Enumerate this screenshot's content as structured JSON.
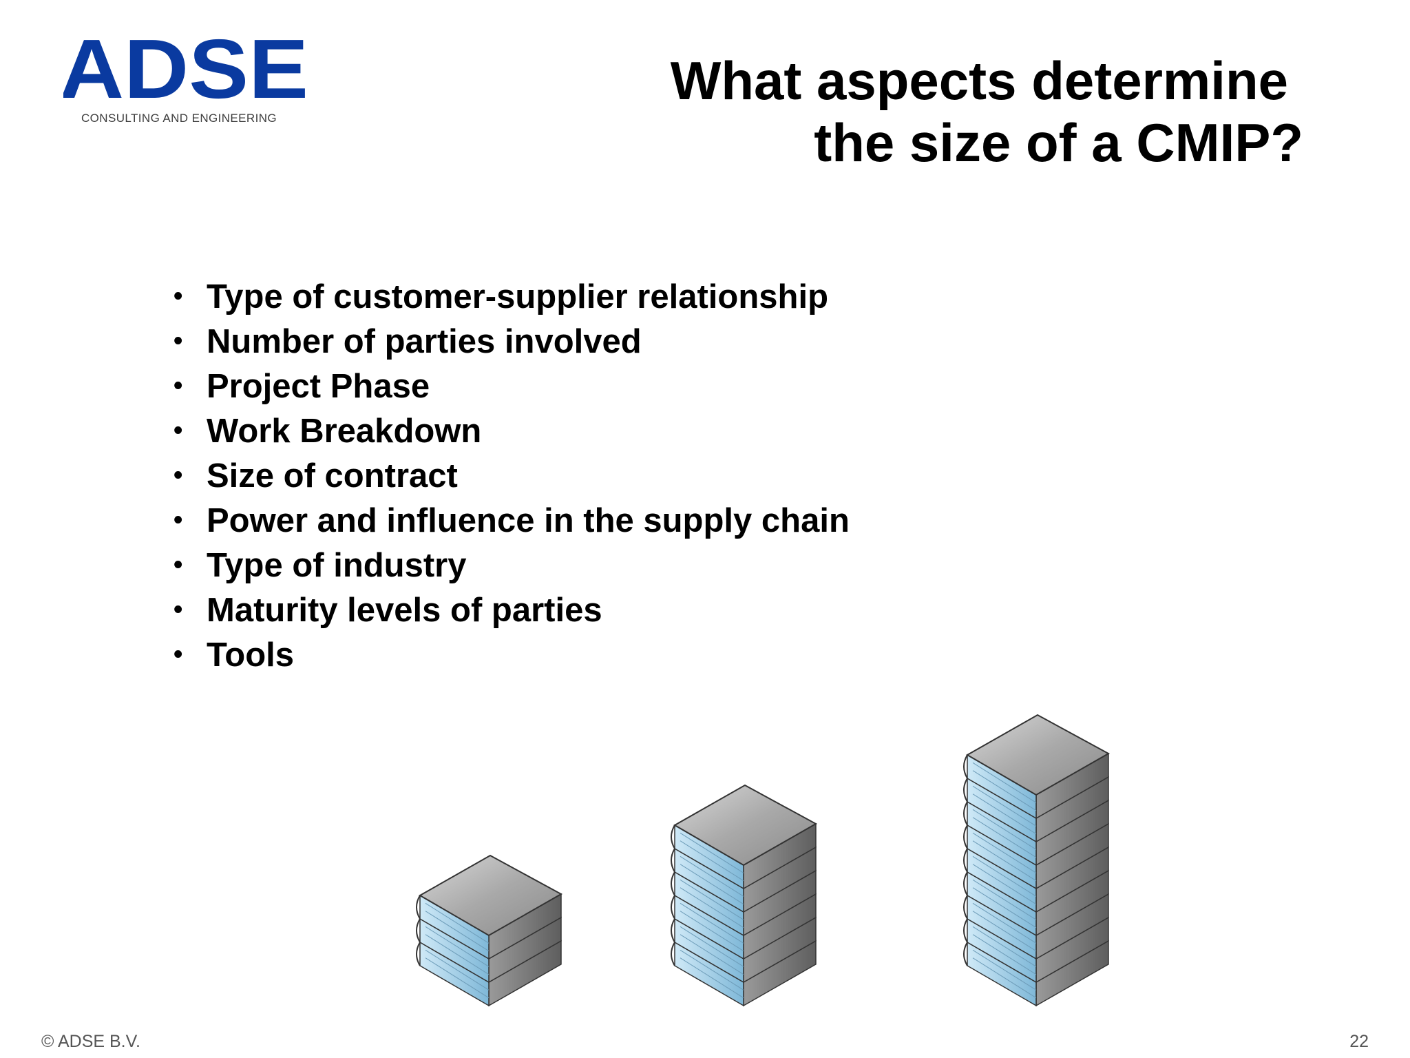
{
  "logo": {
    "wordmark": "ADSE",
    "tagline": "CONSULTING AND ENGINEERING",
    "color": "#0a3aa0"
  },
  "title": {
    "line1": "What aspects determine",
    "line2": "the size of a CMIP?"
  },
  "bullets": [
    "Type of customer-supplier relationship",
    "Number of parties involved",
    "Project Phase",
    "Work Breakdown",
    "Size of contract",
    "Power and influence in the supply chain",
    "Type of industry",
    "Maturity levels of parties",
    "Tools"
  ],
  "illustration": {
    "icon": "book-stack-icon",
    "stacks": [
      {
        "books": 3
      },
      {
        "books": 6
      },
      {
        "books": 9
      }
    ]
  },
  "footer": {
    "copyright": "© ADSE B.V.",
    "page_number": "22"
  }
}
